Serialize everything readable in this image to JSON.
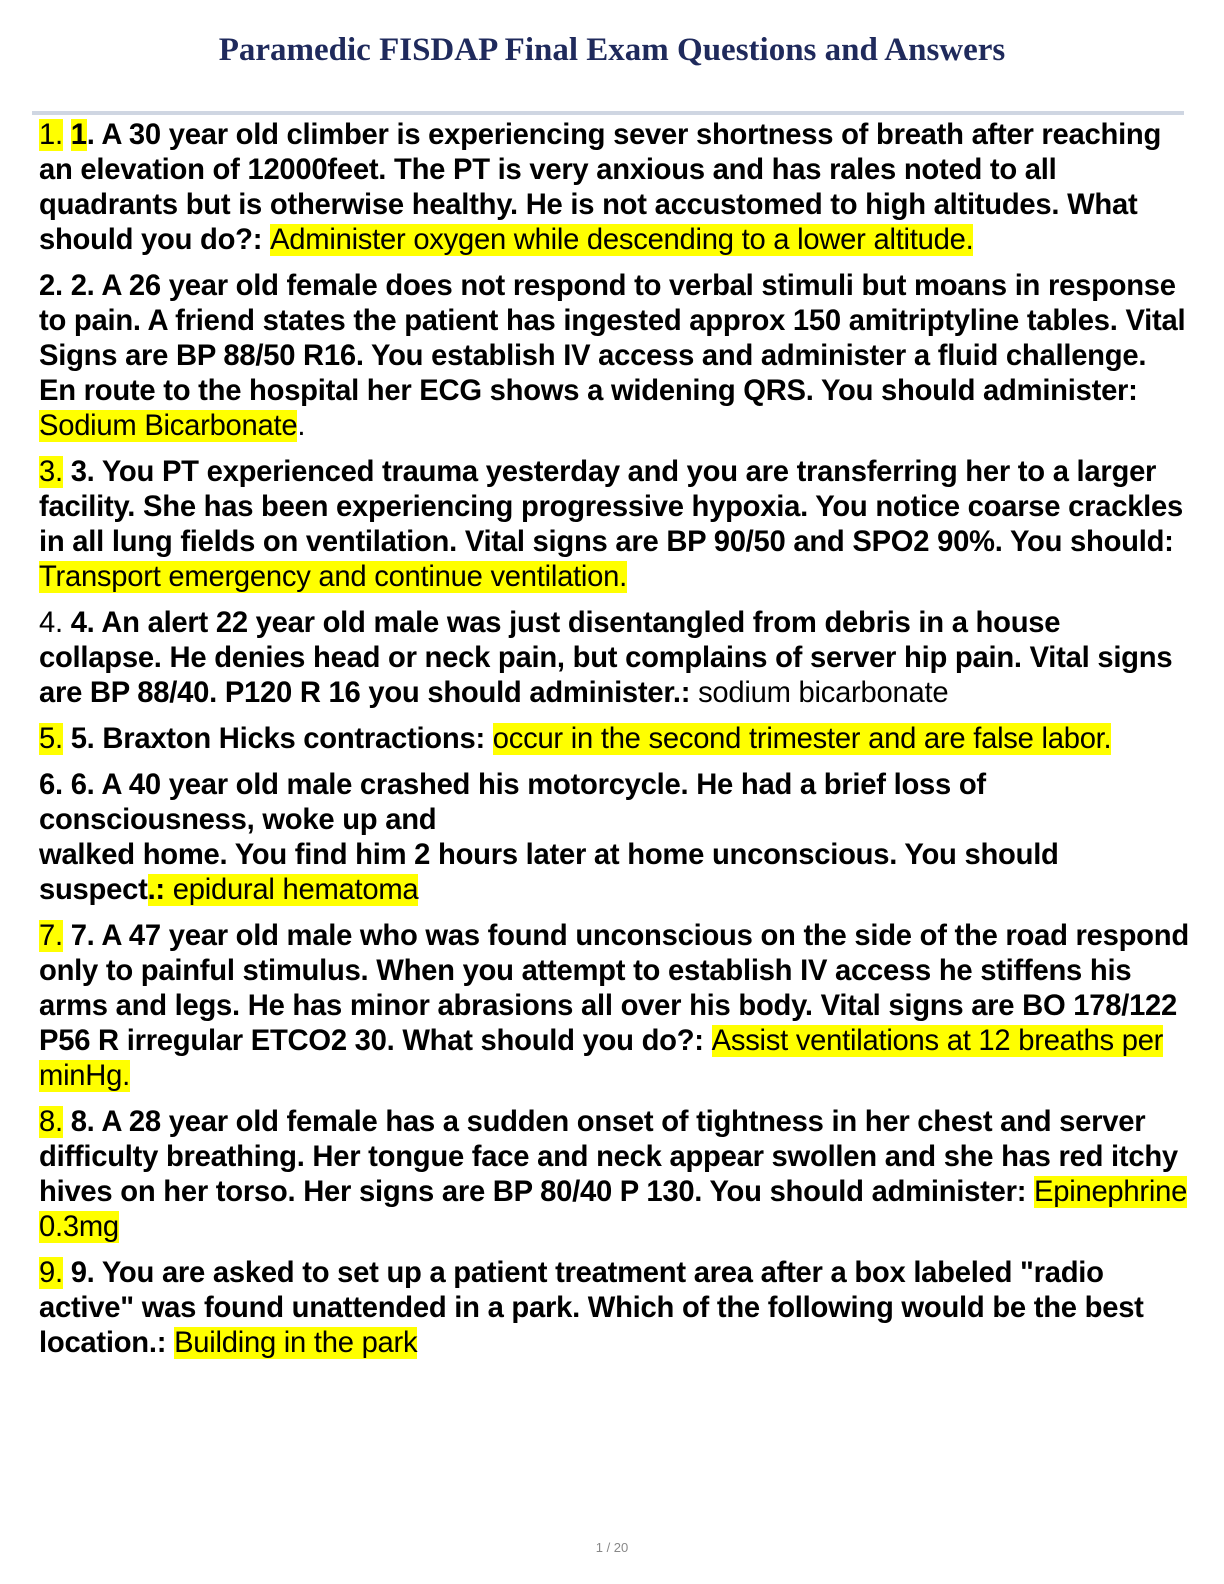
{
  "document": {
    "title": "Paramedic FISDAP Final Exam Questions and Answers",
    "page_indicator": "1 / 20"
  },
  "items": [
    {
      "number": "1.",
      "q_lead": "1",
      "q_rest": ". A 30 year old climber is experiencing sever shortness of breath after reaching an elevation of 12000feet. The PT is very anxious and has rales noted to all quadrants but is otherwise healthy. He is not accustomed to high altitudes. What should you do?: ",
      "answer": "Administer oxygen while descending to a lower altitude.",
      "after": ""
    },
    {
      "number": "2.",
      "q_lead": "",
      "q_rest": " 2. A 26 year old female does not respond to verbal stimuli but moans in response to pain. A friend states the patient has ingested approx 150 amitriptyline tables. Vital Signs are BP 88/50 R16. You establish IV access and administer a fluid challenge. En route to the hospital her ECG shows a widening QRS. You should administer: ",
      "answer": "Sodium Bicarbonate",
      "after": "."
    },
    {
      "number": "3.",
      "q_lead": "",
      "q_rest": " 3. You PT experienced trauma yesterday and you are transferring her to a larger facility. She has been experiencing progressive hypoxia. You notice coarse crackles in all lung fields on ventilation. Vital signs are BP 90/50 and SPO2 90%. You should: ",
      "answer": "Transport emergency and continue ventilation.",
      "after": ""
    },
    {
      "number": "4.",
      "q_lead": "",
      "q_rest": " 4. An alert 22 year old male was just disentangled from debris in a house collapse. He denies head or neck pain, but complains of server hip pain. Vital signs are BP 88/40. P120 R 16 you should administer.: ",
      "answer": "sodium bicarbonate",
      "after": ""
    },
    {
      "number": "5.",
      "q_lead": "",
      "q_rest": " 5. Braxton Hicks contractions: ",
      "answer": "occur in the second trimester and are false labor.",
      "after": ""
    },
    {
      "number": "6.",
      "q_lead": "",
      "q_rest": " 6. A 40 year old male crashed his motorcycle. He had a brief loss of consciousness, woke up and",
      "q_rest2": "walked home. You find him 2 hours later at home unconscious. You should suspect",
      "q_hl_tail": ".:",
      "answer": " epidural hematoma",
      "after": ""
    },
    {
      "number": "7.",
      "q_lead": "",
      "q_rest": " 7. A 47 year old male who was found unconscious on the side of the road respond only to painful stimulus. When you attempt to establish IV access he stiffens his arms and legs. He has minor abrasions all over his body. Vital signs are BO 178/122 P56 R irregular ETCO2 30. What should you do?: ",
      "answer": "Assist ventilations at 12 breaths per minHg.",
      "after": ""
    },
    {
      "number": "8.",
      "q_lead": "",
      "q_rest": " 8. A 28 year old female has a sudden onset of tightness in her chest and server difficulty breathing. Her tongue face and neck appear swollen and she has red itchy hives on her torso. Her signs are BP 80/40 P 130. You should administer: ",
      "answer": "Epinephrine 0.3mg",
      "after": ""
    },
    {
      "number": "9.",
      "q_lead": "",
      "q_rest": " 9. You are asked to set up a patient treatment area after a box labeled \"radio active\" was found unattended in a park. Which of the following would be the best location.: ",
      "answer": "Building in the park",
      "after": ""
    }
  ],
  "colors": {
    "title": "#1f2a5c",
    "highlight": "#ffff00",
    "rule": "#cfd6e2"
  }
}
